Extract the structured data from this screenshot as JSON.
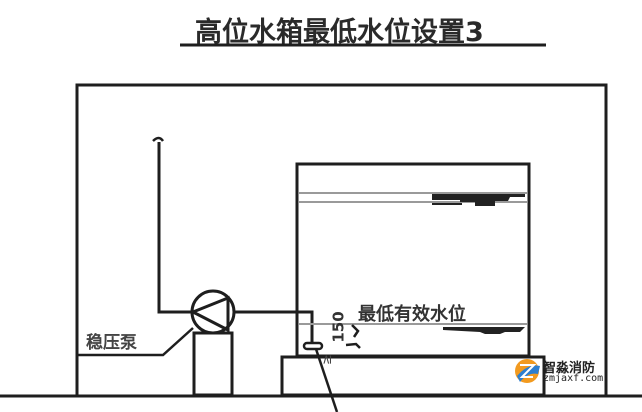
{
  "title": "高位水箱最低水位设置3",
  "labels": {
    "pump": "稳压泵",
    "min_level": "最低有效水位",
    "dimension": "150",
    "dimension_prefix": "≥"
  },
  "watermark": {
    "brand": "智淼消防",
    "site": "zmjaxf.com"
  },
  "colors": {
    "line": "#1e1e1e",
    "water_line": "#9a9a9a",
    "logo_orange": "#f29a1f",
    "logo_blue": "#2d7fd0"
  }
}
